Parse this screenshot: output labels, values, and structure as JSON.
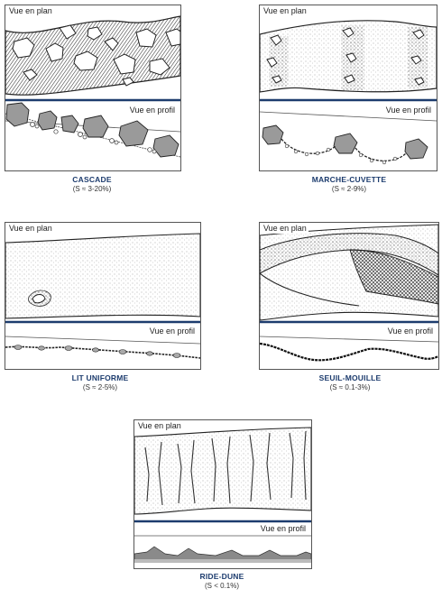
{
  "plan_label": "Vue en plan",
  "profile_label": "Vue en profil",
  "colors": {
    "divider": "#1d3c6e",
    "caption": "#1d3c6e",
    "stipple": "#6a6a6a",
    "rock": "#9a9a9a"
  },
  "panels": [
    {
      "id": "cascade",
      "title": "CASCADE",
      "slope": "(S ≈ 3-20%)"
    },
    {
      "id": "marche-cuvette",
      "title": "MARCHE-CUVETTE",
      "slope": "(S ≈ 2-9%)"
    },
    {
      "id": "lit-uniforme",
      "title": "LIT UNIFORME",
      "slope": "(S ≈ 2-5%)"
    },
    {
      "id": "seuil-mouille",
      "title": "SEUIL-MOUILLE",
      "slope": "(S ≈ 0.1-3%)"
    },
    {
      "id": "ride-dune",
      "title": "RIDE-DUNE",
      "slope": "(S < 0.1%)"
    }
  ]
}
